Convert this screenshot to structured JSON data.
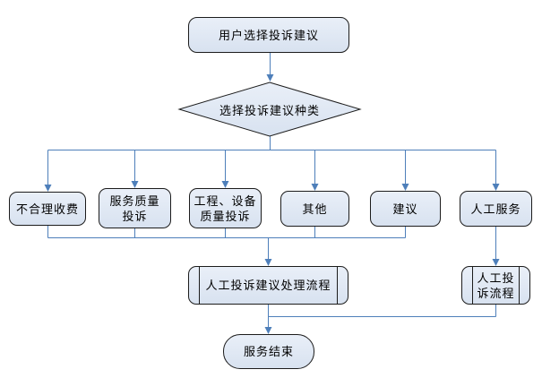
{
  "colors": {
    "background": "#ffffff",
    "shape_fill_top": "#e9eff8",
    "shape_fill_bottom": "#d8e2f0",
    "shape_border": "#1c1c1c",
    "connector": "#4e7fba",
    "text": "#000000"
  },
  "flowchart": {
    "start": {
      "label": "用户选择投诉建议"
    },
    "decision": {
      "label": "选择投诉建议种类"
    },
    "branches": [
      {
        "id": "unreasonable-charges",
        "label": "不合理收费"
      },
      {
        "id": "service-quality-complaint",
        "label": "服务质量\n投诉"
      },
      {
        "id": "engineering-equipment-quality-complaint",
        "label": "工程、设备\n质量投诉"
      },
      {
        "id": "other",
        "label": "其他"
      },
      {
        "id": "suggestion",
        "label": "建议"
      },
      {
        "id": "manual-service",
        "label": "人工服务"
      }
    ],
    "manual_suggestion_process": {
      "label": "人工投诉建议处理流程"
    },
    "manual_complaint_process": {
      "label": "人工投\n诉流程"
    },
    "end": {
      "label": "服务结束"
    },
    "edges": [
      [
        "用户选择投诉建议",
        "选择投诉建议种类"
      ],
      [
        "选择投诉建议种类",
        "不合理收费"
      ],
      [
        "选择投诉建议种类",
        "服务质量投诉"
      ],
      [
        "选择投诉建议种类",
        "工程、设备质量投诉"
      ],
      [
        "选择投诉建议种类",
        "其他"
      ],
      [
        "选择投诉建议种类",
        "建议"
      ],
      [
        "选择投诉建议种类",
        "人工服务"
      ],
      [
        "不合理收费",
        "人工投诉建议处理流程"
      ],
      [
        "服务质量投诉",
        "人工投诉建议处理流程"
      ],
      [
        "工程、设备质量投诉",
        "人工投诉建议处理流程"
      ],
      [
        "其他",
        "人工投诉建议处理流程"
      ],
      [
        "建议",
        "人工投诉建议处理流程"
      ],
      [
        "人工服务",
        "人工投诉流程"
      ],
      [
        "人工投诉建议处理流程",
        "服务结束"
      ],
      [
        "人工投诉流程",
        "服务结束"
      ]
    ]
  }
}
